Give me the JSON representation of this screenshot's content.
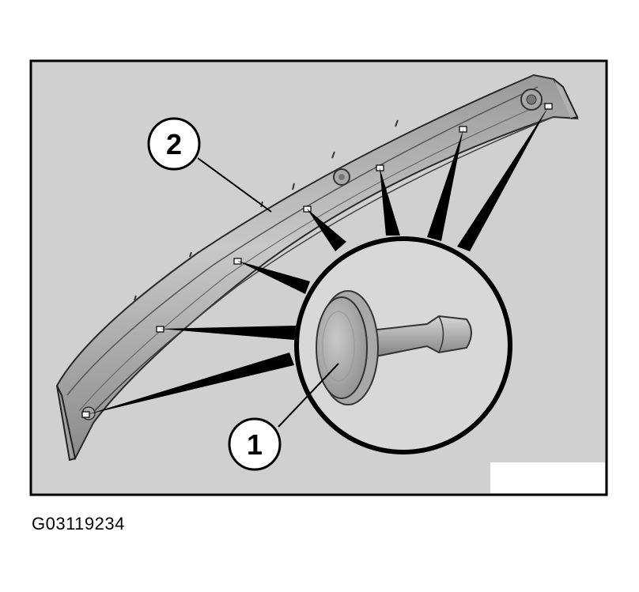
{
  "figure": {
    "figure_id": "G03119234",
    "callouts": [
      {
        "number": "1",
        "target": "clip-push-pin"
      },
      {
        "number": "2",
        "target": "trim-strip"
      }
    ],
    "colors": {
      "background_panel": "#d0d0d0",
      "frame": "#000000",
      "part_fill": "#bcbcbc",
      "magnifier_fill": "#d8d8d8"
    }
  }
}
